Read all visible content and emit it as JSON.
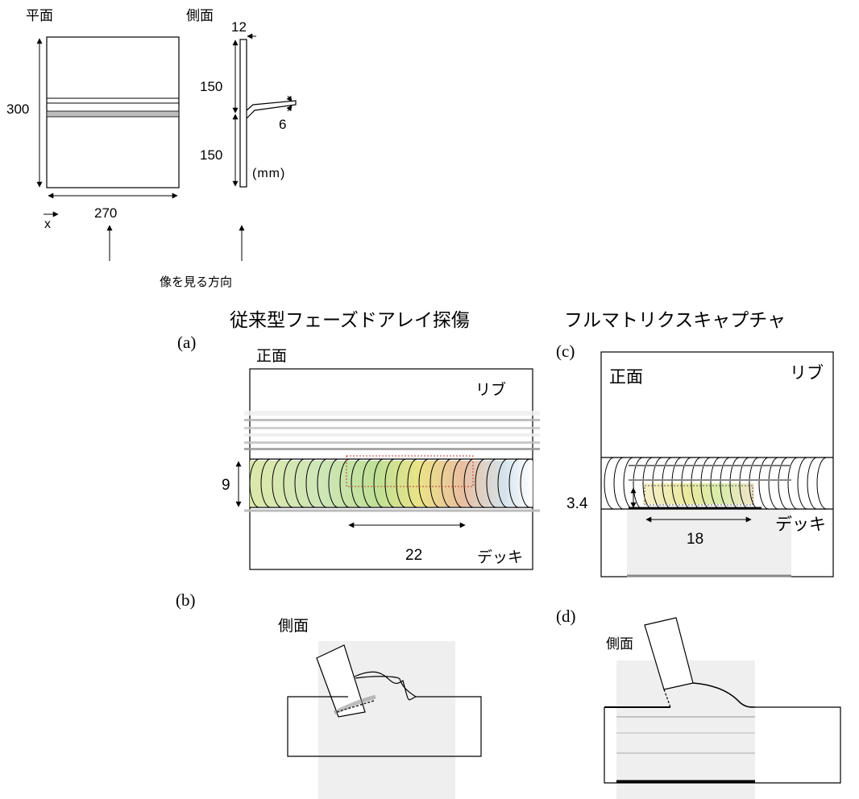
{
  "top": {
    "plan_label": "平面",
    "side_label": "側面",
    "dim_300": "300",
    "dim_270": "270",
    "dim_12": "12",
    "dim_150_upper": "150",
    "dim_150_lower": "150",
    "dim_6": "6",
    "unit": "(mm)",
    "x_axis": "x",
    "view_direction": "像を見る方向"
  },
  "headers": {
    "conventional": "従来型フェーズドアレイ探傷",
    "fmc": "フルマトリクスキャプチャ"
  },
  "panel_a": {
    "letter": "(a)",
    "front": "正面",
    "rib": "リブ",
    "deck": "デッキ",
    "dim_height": "9",
    "dim_length": "22"
  },
  "panel_b": {
    "letter": "(b)",
    "side": "側面"
  },
  "panel_c": {
    "letter": "(c)",
    "front": "正面",
    "rib": "リブ",
    "deck": "デッキ",
    "dim_height": "3.4",
    "dim_length": "18"
  },
  "panel_d": {
    "letter": "(d)",
    "side": "側面"
  },
  "colors": {
    "line": "#000000",
    "gray_band": "#a8a8a8",
    "noise_bg": "#efefef",
    "defect_green": "#8fd17a",
    "defect_yellow": "#f2e67a",
    "defect_red": "#e89a8a",
    "defect_blue": "#8fb6e6",
    "dotted_red": "#d9534f"
  }
}
